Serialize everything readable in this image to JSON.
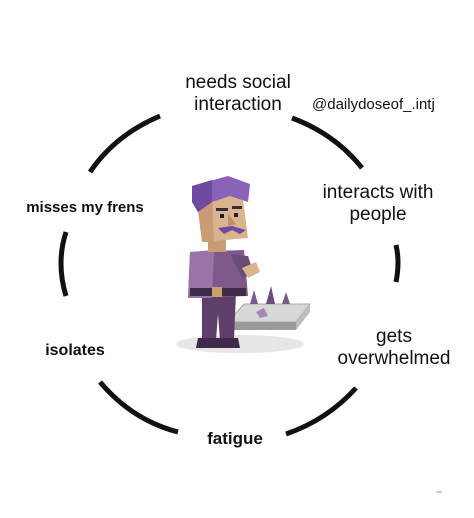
{
  "cycle": {
    "steps": [
      "needs social\ninteraction",
      "interacts with\npeople",
      "gets\noverwhelmed",
      "fatigue",
      "isolates",
      "misses my frens"
    ],
    "watermark": "@dailydoseof_.intj",
    "illustration": "intj-character-thinking-over-broken-chessboard"
  },
  "colors": {
    "arc": "#111111",
    "character_dark": "#5e3f6b",
    "character_light": "#9a74a8",
    "hair": "#8a62b8",
    "skin": "#d9b48f"
  }
}
